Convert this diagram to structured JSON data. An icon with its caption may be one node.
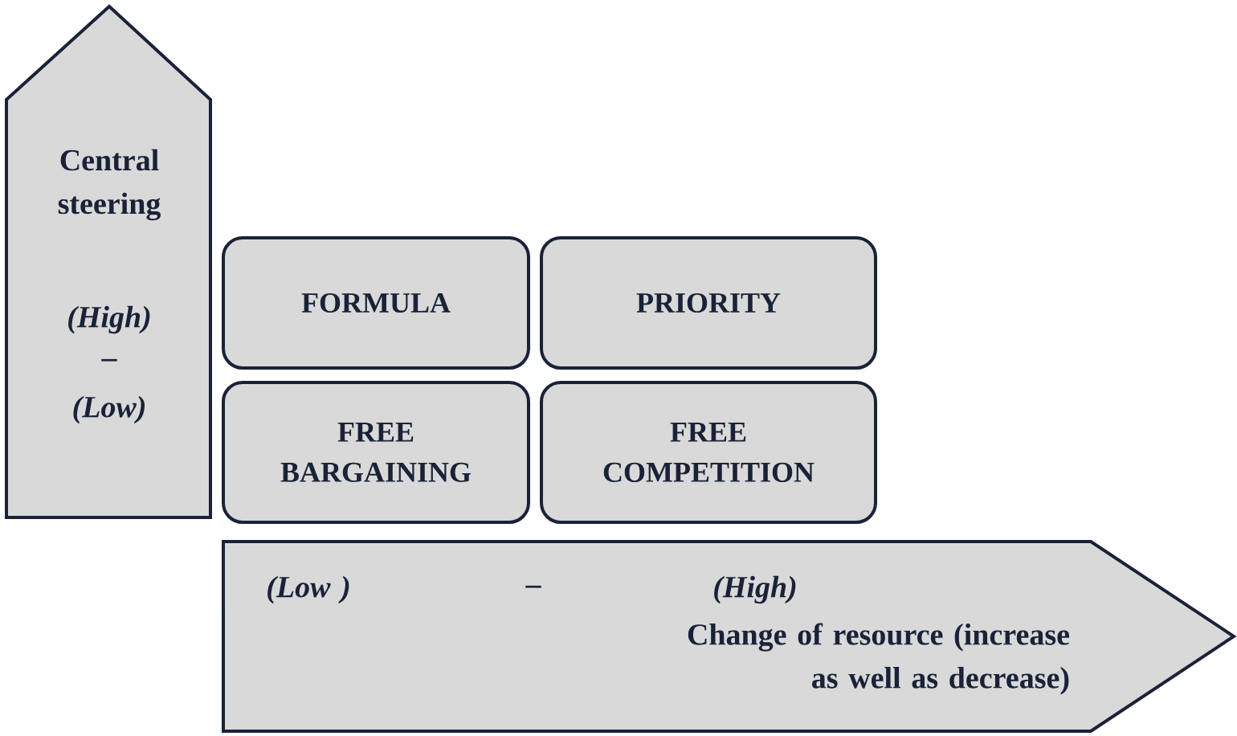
{
  "diagram": {
    "nodes": [
      {
        "text": [
          "Central steering",
          "(High)",
          "–",
          "(Low)"
        ]
      },
      {
        "text": [
          "FORMULA"
        ]
      },
      {
        "text": [
          "PRIORITY"
        ]
      },
      {
        "text": [
          "FREE BARGAINING"
        ]
      },
      {
        "text": [
          "FREE COMPETITION"
        ]
      },
      {
        "text": [
          "(Low )",
          "–",
          "(High)",
          "Change of resource (increase as well as decrease)"
        ]
      }
    ],
    "edges": []
  }
}
